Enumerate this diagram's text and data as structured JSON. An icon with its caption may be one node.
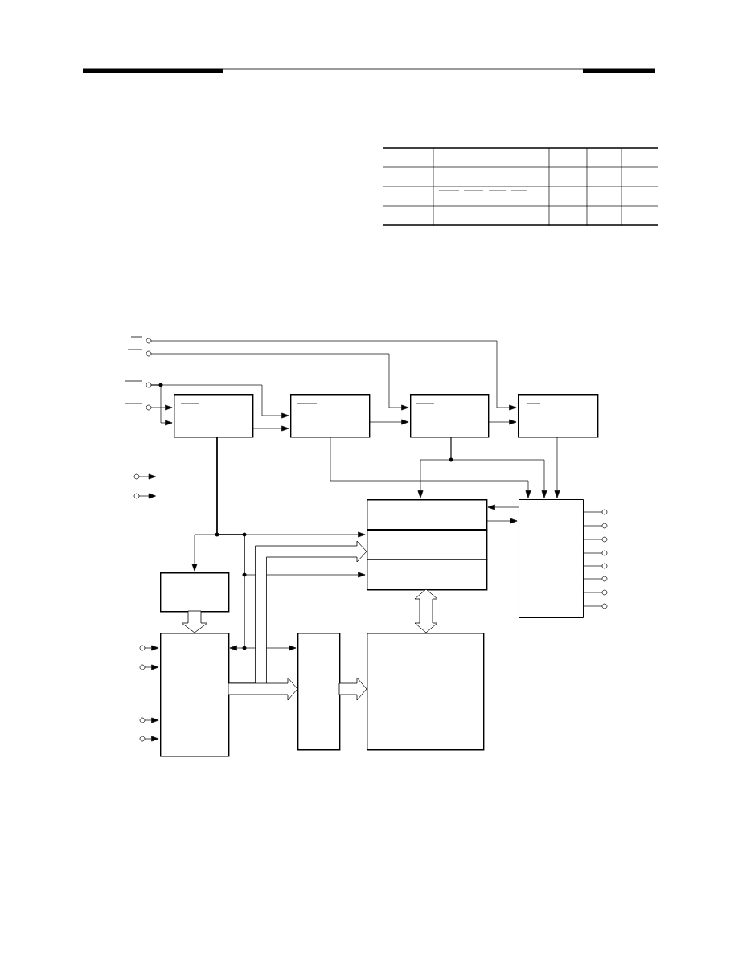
{
  "diagram": {
    "nodes": [
      {
        "text": [],
        "shape": "box"
      },
      {
        "text": [],
        "shape": "box"
      },
      {
        "text": [],
        "shape": "box"
      },
      {
        "text": [],
        "shape": "box"
      },
      {
        "text": [],
        "shape": "box"
      },
      {
        "text": [],
        "shape": "box"
      },
      {
        "text": [],
        "shape": "box"
      },
      {
        "text": [],
        "shape": "box"
      },
      {
        "text": [],
        "shape": "box"
      },
      {
        "text": [],
        "shape": "box"
      },
      {
        "text": [],
        "shape": "box"
      },
      {
        "text": [],
        "shape": "box"
      },
      {
        "text": [],
        "shape": "circle"
      },
      {
        "text": [],
        "shape": "circle"
      },
      {
        "text": [],
        "shape": "circle"
      },
      {
        "text": [],
        "shape": "circle"
      },
      {
        "text": [],
        "shape": "circle"
      },
      {
        "text": [],
        "shape": "circle"
      },
      {
        "text": [],
        "shape": "circle"
      },
      {
        "text": [],
        "shape": "circle"
      },
      {
        "text": [],
        "shape": "circle"
      },
      {
        "text": [],
        "shape": "circle"
      },
      {
        "text": [],
        "shape": "circle"
      },
      {
        "text": [],
        "shape": "circle"
      },
      {
        "text": [],
        "shape": "circle"
      },
      {
        "text": [],
        "shape": "circle"
      },
      {
        "text": [],
        "shape": "circle"
      },
      {
        "text": [],
        "shape": "circle"
      },
      {
        "text": [],
        "shape": "circle"
      },
      {
        "text": [],
        "shape": "circle"
      }
    ],
    "edges": [
      {
        "from": 12,
        "to": 3,
        "arrow": "to"
      },
      {
        "from": 13,
        "to": 2,
        "arrow": "to"
      },
      {
        "from": 14,
        "to": 1,
        "arrow": "to"
      },
      {
        "from": 14,
        "to": 0,
        "arrow": "to"
      },
      {
        "from": 15,
        "to": 0,
        "arrow": "to"
      },
      {
        "from": 0,
        "to": 1,
        "arrow": "to"
      },
      {
        "from": 1,
        "to": 2,
        "arrow": "to"
      },
      {
        "from": 2,
        "to": 3,
        "arrow": "to"
      },
      {
        "from": 1,
        "to": 7,
        "arrow": "to"
      },
      {
        "from": 2,
        "to": 4,
        "arrow": "to"
      },
      {
        "from": 2,
        "to": 7,
        "arrow": "to"
      },
      {
        "from": 3,
        "to": 7,
        "arrow": "to"
      },
      {
        "from": 7,
        "to": 4,
        "arrow": "to"
      },
      {
        "from": 4,
        "to": 7,
        "arrow": "to"
      },
      {
        "from": 0,
        "to": 8,
        "arrow": "to"
      },
      {
        "from": 0,
        "to": 5,
        "arrow": "to"
      },
      {
        "from": 0,
        "to": 6,
        "arrow": "to"
      },
      {
        "from": 0,
        "to": 9,
        "arrow": "to"
      },
      {
        "from": 0,
        "to": 10,
        "arrow": "to"
      },
      {
        "from": 16,
        "to": null,
        "arrow": "to"
      },
      {
        "from": 17,
        "to": null,
        "arrow": "to"
      },
      {
        "from": 7,
        "to": 18,
        "arrow": "none"
      },
      {
        "from": 7,
        "to": 19,
        "arrow": "none"
      },
      {
        "from": 7,
        "to": 20,
        "arrow": "none"
      },
      {
        "from": 7,
        "to": 21,
        "arrow": "none"
      },
      {
        "from": 7,
        "to": 22,
        "arrow": "none"
      },
      {
        "from": 7,
        "to": 23,
        "arrow": "none"
      },
      {
        "from": 7,
        "to": 24,
        "arrow": "none"
      },
      {
        "from": 7,
        "to": 25,
        "arrow": "none"
      },
      {
        "from": 26,
        "to": 9,
        "arrow": "to"
      },
      {
        "from": 27,
        "to": 9,
        "arrow": "to"
      },
      {
        "from": 28,
        "to": 9,
        "arrow": "to"
      },
      {
        "from": 29,
        "to": 9,
        "arrow": "to"
      },
      {
        "from": 8,
        "to": 9,
        "arrow": "to"
      },
      {
        "from": 9,
        "to": 5,
        "arrow": "to"
      },
      {
        "from": 9,
        "to": 10,
        "arrow": "to"
      },
      {
        "from": 10,
        "to": 11,
        "arrow": "to"
      },
      {
        "from": 6,
        "to": 11,
        "arrow": "both"
      }
    ]
  }
}
